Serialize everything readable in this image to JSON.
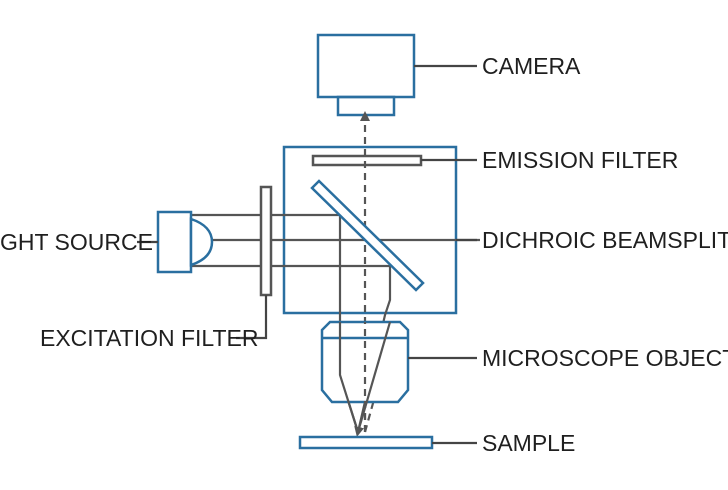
{
  "labels": {
    "camera": "CAMERA",
    "emission_filter": "EMISSION FILTER",
    "light_source": "GHT SOURCE",
    "dichroic": "DICHROIC BEAMSPLITTE",
    "excitation_filter": "EXCITATION FILTER",
    "objective": "MICROSCOPE OBJECTIVE",
    "sample": "SAMPLE"
  },
  "colors": {
    "component_stroke": "#2a6fa0",
    "filter_stroke": "#555555",
    "ray": "#555555",
    "text": "#1f1f1f"
  }
}
